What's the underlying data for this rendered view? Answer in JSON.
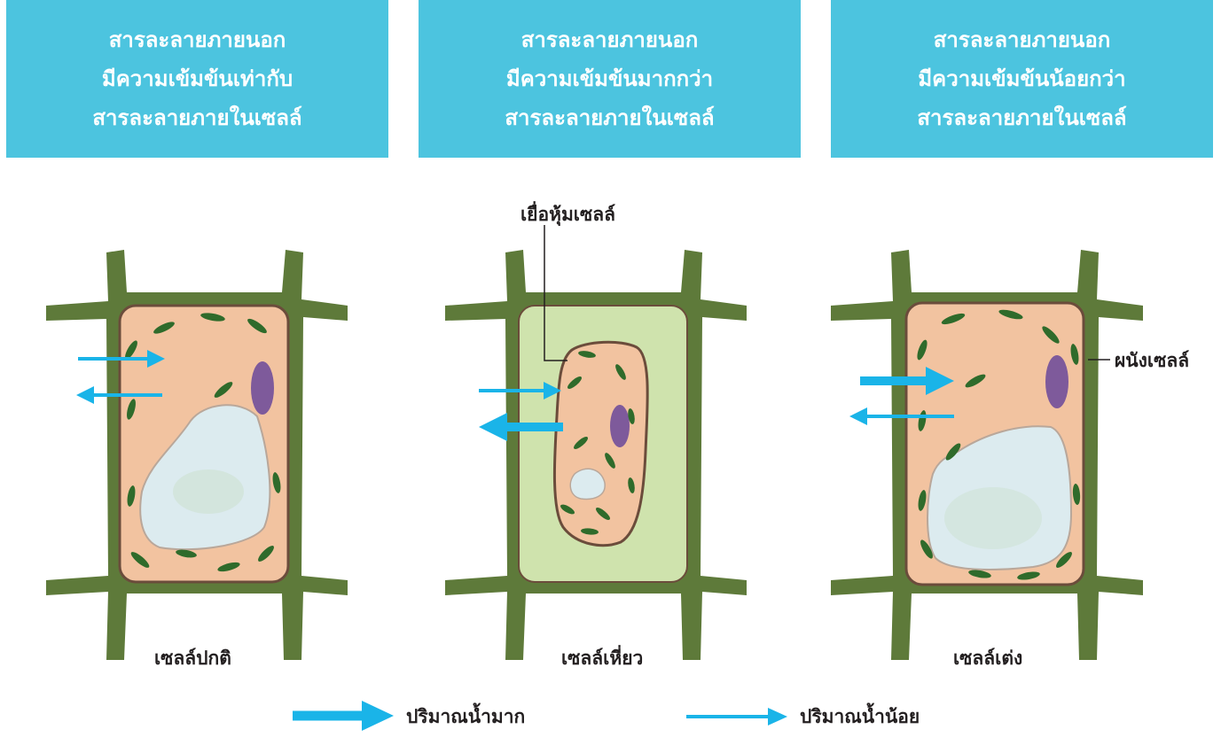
{
  "headers": [
    {
      "line1": "สารละลายภายนอก",
      "line2": "มีความเข้มข้นเท่ากับ",
      "line3": "สารละลายภายในเซลล์"
    },
    {
      "line1": "สารละลายภายนอก",
      "line2": "มีความเข้มข้นมากกว่า",
      "line3": "สารละลายภายในเซลล์"
    },
    {
      "line1": "สารละลายภายนอก",
      "line2": "มีความเข้มข้นน้อยกว่า",
      "line3": "สารละลายภายในเซลล์"
    }
  ],
  "cells": [
    {
      "caption": "เซลล์ปกติ"
    },
    {
      "caption": "เซลล์เหี่ยว"
    },
    {
      "caption": "เซลล์เต่ง"
    }
  ],
  "annotations": {
    "cell_membrane": "เยื่อหุ้มเซลล์",
    "cell_wall": "ผนังเซลล์"
  },
  "legend": {
    "thick_arrow_label": "ปริมาณน้ำมาก",
    "thin_arrow_label": "ปริมาณน้ำน้อย"
  },
  "colors": {
    "header_bg": "#4cc4df",
    "cell_wall": "#5e7a3a",
    "cytoplasm": "#f2c3a0",
    "vacuole": "#dcebef",
    "nucleus": "#7e5a9b",
    "chloroplast": "#2f6b2b",
    "shrunk_space": "#cfe3ad",
    "arrow": "#1ab4e8"
  }
}
